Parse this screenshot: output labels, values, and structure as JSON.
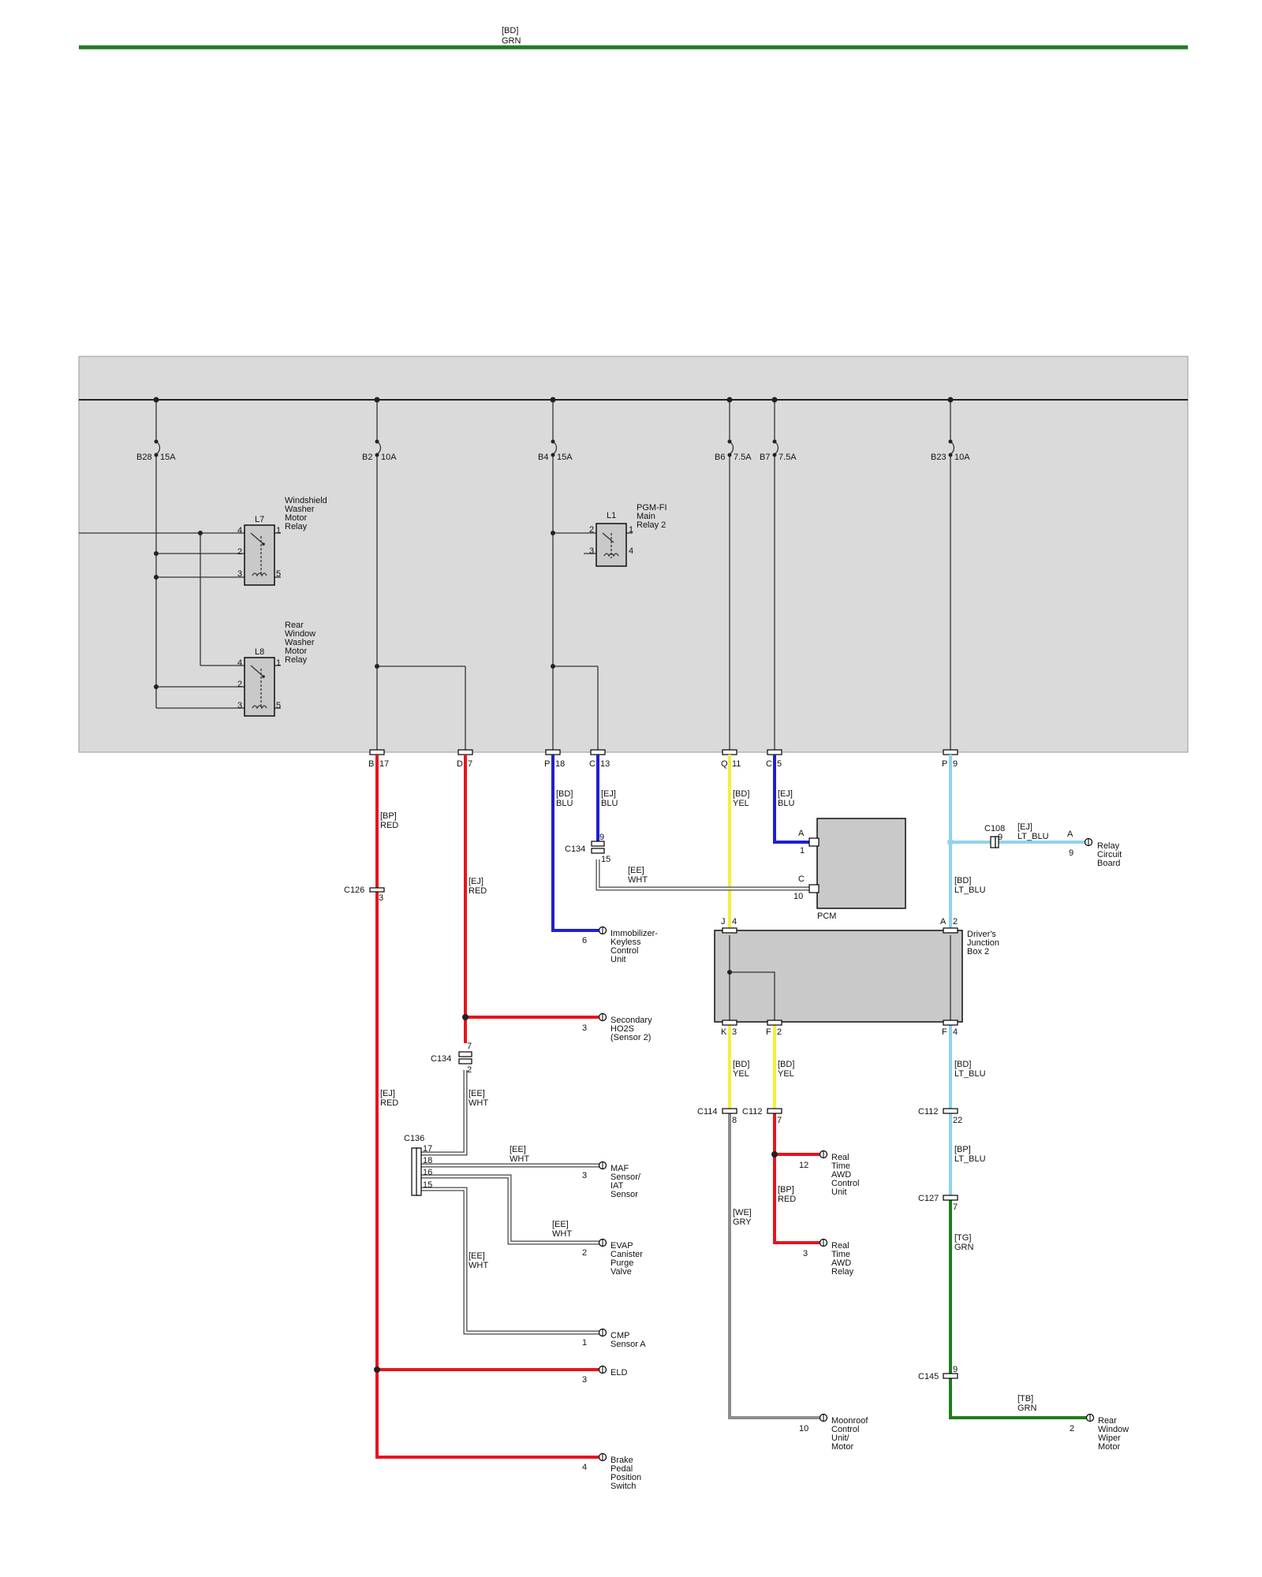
{
  "top_wire": {
    "line1": "[BD]",
    "line2": "GRN"
  },
  "fuses": [
    {
      "name": "B28",
      "rating": "15A"
    },
    {
      "name": "B2",
      "rating": "10A"
    },
    {
      "name": "B4",
      "rating": "15A"
    },
    {
      "name": "B6",
      "rating": "7.5A"
    },
    {
      "name": "B7",
      "rating": "7.5A"
    },
    {
      "name": "B23",
      "rating": "10A"
    }
  ],
  "relays": {
    "l7": {
      "id": "L7",
      "label": [
        "Windshield",
        "Washer",
        "Motor",
        "Relay"
      ],
      "pins": [
        "4",
        "2",
        "3",
        "1",
        "5"
      ]
    },
    "l8": {
      "id": "L8",
      "label": [
        "Rear",
        "Window",
        "Washer",
        "Motor",
        "Relay"
      ],
      "pins": [
        "4",
        "2",
        "3",
        "1",
        "5"
      ]
    },
    "l1": {
      "id": "L1",
      "label": [
        "PGM-FI",
        "Main",
        "Relay 2"
      ],
      "pins": [
        "2",
        "3",
        "1",
        "4"
      ]
    }
  },
  "fuse_box_outputs": [
    {
      "connector": "B",
      "pin": "17"
    },
    {
      "connector": "D",
      "pin": "7"
    },
    {
      "connector": "P",
      "pin": "18"
    },
    {
      "connector": "C",
      "pin": "13"
    },
    {
      "connector": "Q",
      "pin": "11"
    },
    {
      "connector": "C",
      "pin": "5"
    },
    {
      "connector": "P",
      "pin": "9"
    }
  ],
  "wire_labels": [
    {
      "line1": "[BP]",
      "line2": "RED"
    },
    {
      "line1": "[EJ]",
      "line2": "RED"
    },
    {
      "line1": "[EJ]",
      "line2": "RED"
    },
    {
      "line1": "[BD]",
      "line2": "BLU"
    },
    {
      "line1": "[EJ]",
      "line2": "BLU"
    },
    {
      "line1": "[EE]",
      "line2": "WHT"
    },
    {
      "line1": "[BD]",
      "line2": "YEL"
    },
    {
      "line1": "[EJ]",
      "line2": "BLU"
    },
    {
      "line1": "[EJ]",
      "line2": "LT_BLU"
    },
    {
      "line1": "[BD]",
      "line2": "LT_BLU"
    },
    {
      "line1": "[EE]",
      "line2": "WHT"
    },
    {
      "line1": "[EE]",
      "line2": "WHT"
    },
    {
      "line1": "[EE]",
      "line2": "WHT"
    },
    {
      "line1": "[EE]",
      "line2": "WHT"
    },
    {
      "line1": "[BD]",
      "line2": "YEL"
    },
    {
      "line1": "[BD]",
      "line2": "YEL"
    },
    {
      "line1": "[BD]",
      "line2": "LT_BLU"
    },
    {
      "line1": "[BP]",
      "line2": "LT_BLU"
    },
    {
      "line1": "[BP]",
      "line2": "RED"
    },
    {
      "line1": "[WE]",
      "line2": "GRY"
    },
    {
      "line1": "[TG]",
      "line2": "GRN"
    },
    {
      "line1": "[TB]",
      "line2": "GRN"
    }
  ],
  "connectors": {
    "c126": {
      "name": "C126",
      "pin": "3"
    },
    "c134_blue": {
      "name": "C134",
      "pin_a": "9",
      "pin_b": "15"
    },
    "c134_red": {
      "name": "C134",
      "pin_a": "7",
      "pin_b": "2"
    },
    "c136": {
      "name": "C136",
      "pins": [
        "17",
        "18",
        "16",
        "15"
      ]
    },
    "c108": {
      "name": "C108",
      "pin": "9"
    },
    "c114": {
      "name": "C114",
      "pin": "8"
    },
    "c112_yel": {
      "name": "C112",
      "pin": "7"
    },
    "c112_blu": {
      "name": "C112",
      "pin": "22"
    },
    "c127": {
      "name": "C127",
      "pin": "7"
    },
    "c145": {
      "name": "C145",
      "pin": "9"
    }
  },
  "pcm": {
    "label": "PCM",
    "pin_a_letter": "A",
    "pin_a_num": "1",
    "pin_c_letter": "C",
    "pin_c_num": "10"
  },
  "junction_box": {
    "label": [
      "Driver's",
      "Junction",
      "Box 2"
    ],
    "inputs": [
      {
        "connector": "J",
        "pin": "4"
      },
      {
        "connector": "A",
        "pin": "2"
      }
    ],
    "outputs": [
      {
        "connector": "K",
        "pin": "3"
      },
      {
        "connector": "F",
        "pin": "2"
      },
      {
        "connector": "F",
        "pin": "4"
      }
    ]
  },
  "relay_circuit_board": {
    "connector": "A",
    "pin": "9",
    "label": [
      "Relay",
      "Circuit",
      "Board"
    ]
  },
  "endpoints": [
    {
      "pin": "6",
      "label": [
        "Immobilizer-",
        "Keyless",
        "Control",
        "Unit"
      ]
    },
    {
      "pin": "3",
      "label": [
        "Secondary",
        "HO2S",
        "(Sensor 2)"
      ]
    },
    {
      "pin": "3",
      "label": [
        "MAF",
        "Sensor/",
        "IAT",
        "Sensor"
      ]
    },
    {
      "pin": "2",
      "label": [
        "EVAP",
        "Canister",
        "Purge",
        "Valve"
      ]
    },
    {
      "pin": "1",
      "label": [
        "CMP",
        "Sensor A"
      ]
    },
    {
      "pin": "3",
      "label": [
        "ELD"
      ]
    },
    {
      "pin": "4",
      "label": [
        "Brake",
        "Pedal",
        "Position",
        "Switch"
      ]
    },
    {
      "pin": "12",
      "label": [
        "Real",
        "Time",
        "AWD",
        "Control",
        "Unit"
      ]
    },
    {
      "pin": "3",
      "label": [
        "Real",
        "Time",
        "AWD",
        "Relay"
      ]
    },
    {
      "pin": "10",
      "label": [
        "Moonroof",
        "Control",
        "Unit/",
        "Motor"
      ]
    },
    {
      "pin": "2",
      "label": [
        "Rear",
        "Window",
        "Wiper",
        "Motor"
      ]
    }
  ],
  "colors": {
    "green": "#1d7d1d",
    "red": "#e8141e",
    "blue": "#1f1fd0",
    "yellow": "#f4ef3b",
    "light_blue": "#8fd3ef",
    "gray": "#8c8c8c",
    "white_wire": "#ffffff",
    "fuse_box_bg": "#dadada"
  }
}
